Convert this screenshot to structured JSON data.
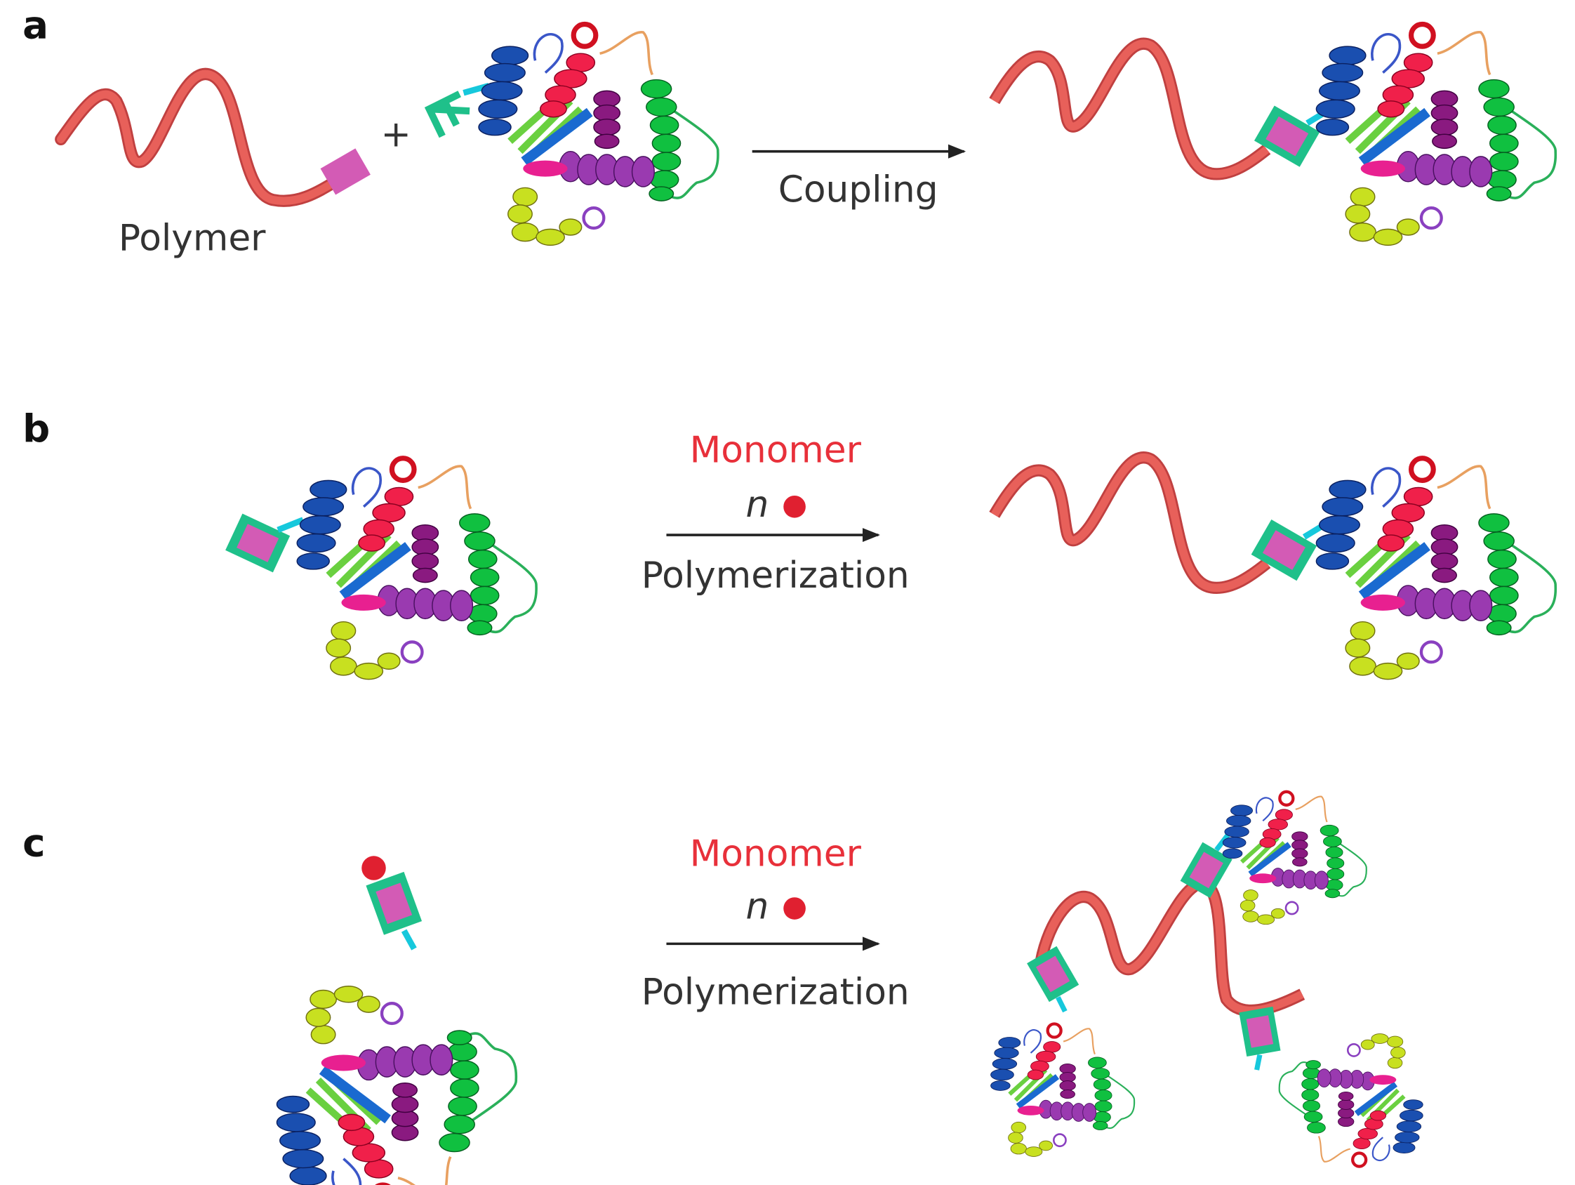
{
  "panels": {
    "a": {
      "label": "a",
      "polymer_label": "Polymer",
      "plus": "+",
      "arrow_label": "Coupling"
    },
    "b": {
      "label": "b",
      "reagent": "Monomer",
      "count": "n",
      "arrow_label": "Polymerization"
    },
    "c": {
      "label": "c",
      "reagent": "Monomer",
      "count": "n",
      "arrow_label": "Polymerization"
    }
  },
  "colors": {
    "polymer": "#e8605a",
    "monomer_text": "#e8303a",
    "tab_outer": "#1fc08a",
    "tab_inner": "#d35bb5",
    "linker": "#16c8dc"
  }
}
